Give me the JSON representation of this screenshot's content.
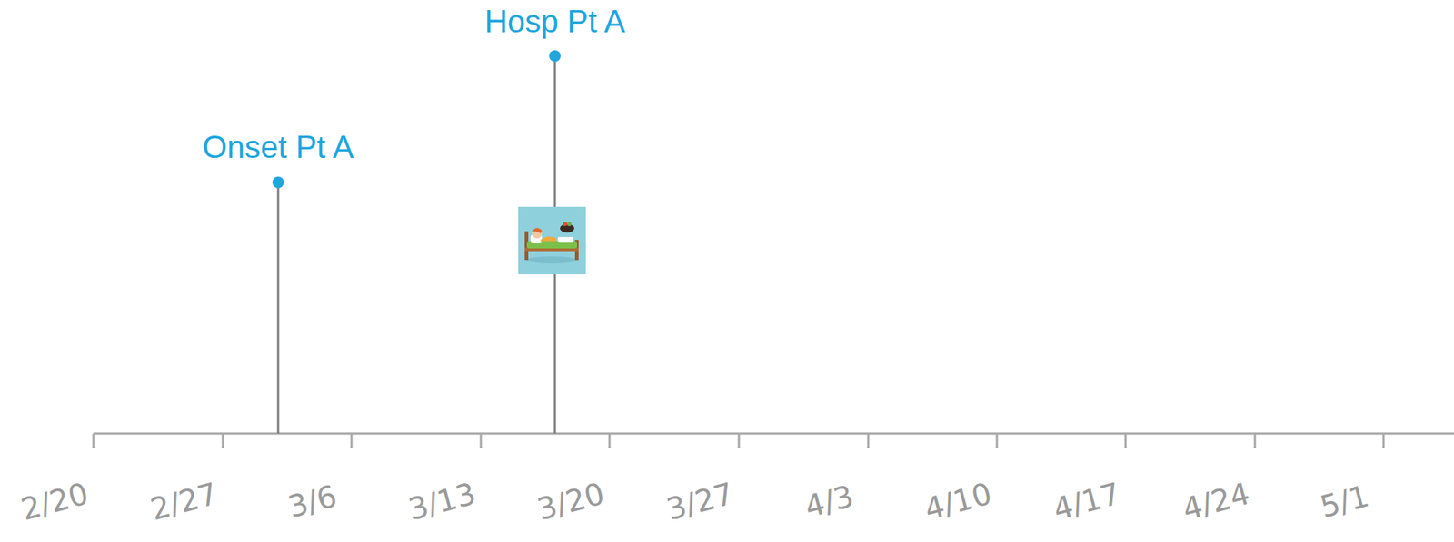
{
  "diagram": {
    "labels": [
      "Onset Pt A",
      "Hosp Pt A",
      "2/20",
      "2/27",
      "3/6",
      "3/13",
      "3/20",
      "3/27",
      "4/3",
      "4/10",
      "4/17",
      "4/24",
      "5/1"
    ]
  }
}
